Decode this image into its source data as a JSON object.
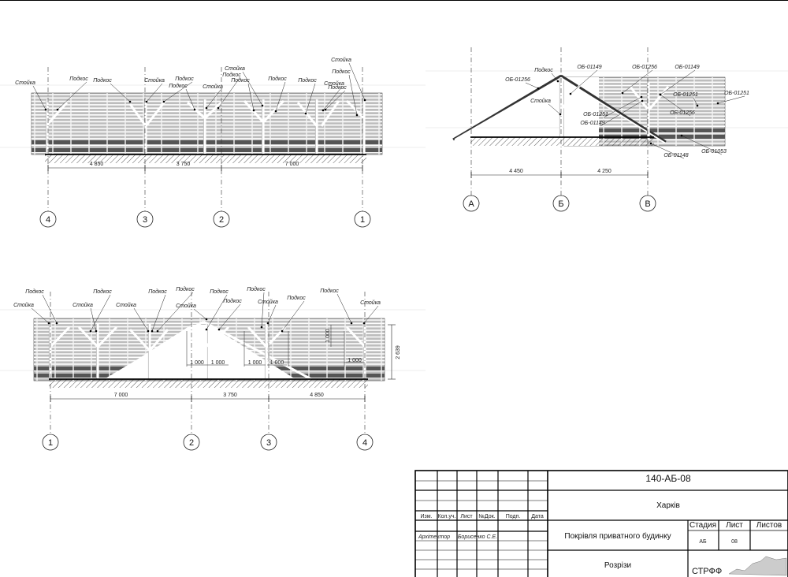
{
  "section_1": {
    "labels": [
      "Стойка",
      "Подкос",
      "Подкос",
      "Стойка",
      "Подкос",
      "Подкос",
      "Стойка",
      "Подкос",
      "Стойка",
      "Подкос",
      "Подкос",
      "Подкос",
      "Стойка",
      "Подкос",
      "Подкос",
      "Стойка"
    ],
    "dimensions": [
      "4 850",
      "3 750",
      "7 000"
    ],
    "axes": [
      "4",
      "3",
      "2",
      "1"
    ]
  },
  "section_2": {
    "labels": [
      "Подкос",
      "ОБ-01256",
      "Стойка",
      "ОБ-01149",
      "ОБ-01256",
      "ОБ-01149",
      "ОБ-01251",
      "ОБ-01251",
      "ОБ-01256",
      "ОБ-01251",
      "ОБ-01149",
      "ОБ-01148",
      "ОБ-01053"
    ],
    "dimensions": [
      "4 450",
      "4 250"
    ],
    "axes": [
      "А",
      "Б",
      "В"
    ]
  },
  "section_3": {
    "labels": [
      "Подкос",
      "Стойка",
      "Стойка",
      "Подкос",
      "Стойка",
      "Подкос",
      "Подкос",
      "Стойка",
      "Подкос",
      "Подкос",
      "Подкос",
      "Стойка",
      "Подкос",
      "Подкос",
      "Стойка"
    ],
    "inner_dimensions": [
      "1 000",
      "1 000",
      "1 000",
      "1 000",
      "1 000",
      "1 000"
    ],
    "height_dimension": "2 639",
    "dimensions": [
      "7 000",
      "3 750",
      "4 850"
    ],
    "axes": [
      "1",
      "2",
      "3",
      "4"
    ]
  },
  "title_block": {
    "code": "140-АБ-08",
    "city": "Харків",
    "headers": [
      "Изм.",
      "Кол.уч.",
      "Лист",
      "№Док.",
      "Подп.",
      "Дата"
    ],
    "role": "Архітектор",
    "author": "Борисенко С.Е.",
    "project": "Покрівля приватного будинку",
    "sheet_title": "Розрізи",
    "stage_header": "Стадия",
    "sheet_header": "Лист",
    "sheets_header": "Листов",
    "stage": "АБ",
    "sheet": "08",
    "sheets": "",
    "logo_text": "СТРФФ"
  }
}
